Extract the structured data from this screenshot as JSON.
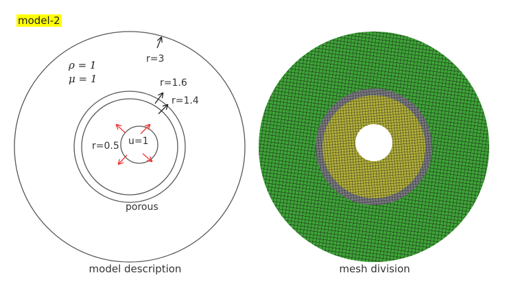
{
  "title_tag": "model-2",
  "model": {
    "rho": "ρ = 1",
    "mu": "μ = 1",
    "r_outer": "r=3",
    "r_porous_outer": "r=1.6",
    "r_porous_inner": "r=1.4",
    "r_inner": "r=0.5",
    "inlet": "u=1",
    "porous_label": "porous",
    "caption": "model description"
  },
  "mesh": {
    "caption": "mesh division",
    "colors": {
      "fluid_outer": "#3da436",
      "porous": "#7a7a82",
      "fluid_inner": "#b3b13a",
      "grid": "#1a1a1a"
    }
  }
}
